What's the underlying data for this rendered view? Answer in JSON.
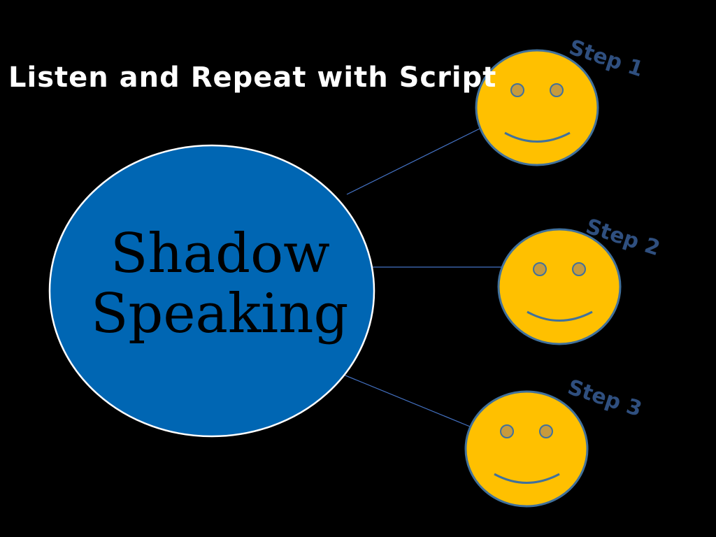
{
  "title": "Listen and Repeat with Script",
  "center_label": "Shadow Speaking",
  "steps": [
    {
      "label": "Step 1"
    },
    {
      "label": "Step 2"
    },
    {
      "label": "Step 3"
    }
  ],
  "colors": {
    "background": "#000000",
    "center_fill": "#0066b3",
    "face_fill": "#ffc000",
    "face_stroke": "#41719c",
    "step_text": "#2f4f7f",
    "connector": "#4472c4",
    "title_text": "#ffffff"
  }
}
